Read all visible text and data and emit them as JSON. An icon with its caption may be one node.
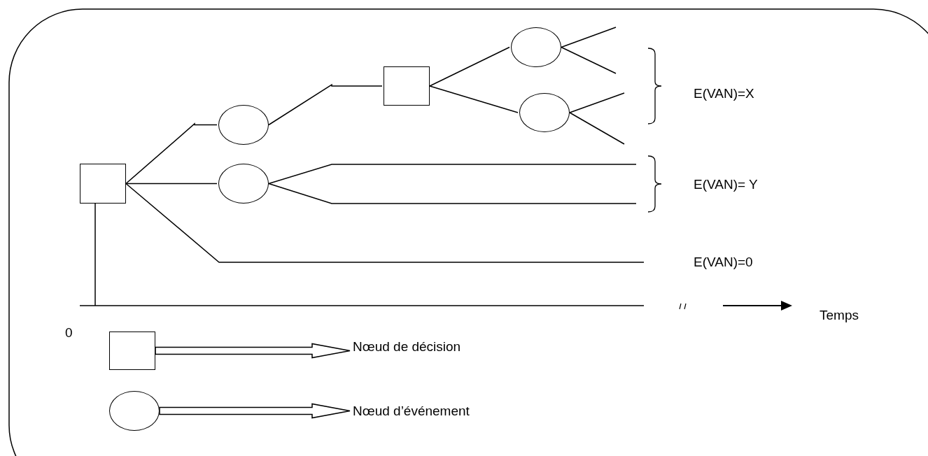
{
  "diagram": {
    "nodes": [
      {
        "text": [],
        "shape": "box"
      },
      {
        "text": [],
        "shape": "ellipse"
      },
      {
        "text": [],
        "shape": "ellipse"
      },
      {
        "text": [],
        "shape": "box"
      },
      {
        "text": [],
        "shape": "ellipse"
      },
      {
        "text": [],
        "shape": "ellipse"
      },
      {
        "text": [],
        "shape": "box"
      },
      {
        "text": [
          "Nœud de décision"
        ]
      },
      {
        "text": [],
        "shape": "ellipse"
      },
      {
        "text": [
          "Nœud d’événement"
        ]
      }
    ],
    "edges": [
      {
        "from": 0,
        "to": 1,
        "arrow": "none"
      },
      {
        "from": 0,
        "to": 2,
        "arrow": "none"
      },
      {
        "from": 0,
        "to": null,
        "arrow": "none"
      },
      {
        "from": 0,
        "to": null,
        "arrow": "none"
      },
      {
        "from": 1,
        "to": 3,
        "arrow": "none"
      },
      {
        "from": 3,
        "to": 4,
        "arrow": "none"
      },
      {
        "from": 3,
        "to": 5,
        "arrow": "none"
      },
      {
        "from": 4,
        "to": null,
        "arrow": "none"
      },
      {
        "from": 4,
        "to": null,
        "arrow": "none"
      },
      {
        "from": 5,
        "to": null,
        "arrow": "none"
      },
      {
        "from": 5,
        "to": null,
        "arrow": "none"
      },
      {
        "from": 2,
        "to": null,
        "arrow": "none"
      },
      {
        "from": 2,
        "to": null,
        "arrow": "none"
      },
      {
        "from": 6,
        "to": 7,
        "arrow": "to"
      },
      {
        "from": 8,
        "to": 9,
        "arrow": "to"
      }
    ],
    "labels": [
      "E(VAN)=X",
      "E(VAN)= Y",
      "E(VAN)=0",
      "Temps",
      "0"
    ]
  }
}
